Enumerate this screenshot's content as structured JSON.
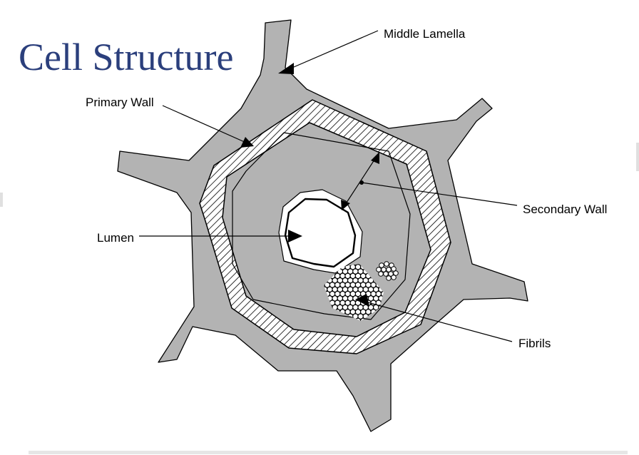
{
  "title": "Cell Structure",
  "labels": {
    "middle_lamella": "Middle Lamella",
    "primary_wall": "Primary Wall",
    "secondary_wall": "Secondary Wall",
    "lumen": "Lumen",
    "fibrils": "Fibrils"
  },
  "colors": {
    "title": "#2b3f7c",
    "middle_lamella_fill": "#b3b3b3",
    "outline": "#000000",
    "background": "#ffffff"
  }
}
